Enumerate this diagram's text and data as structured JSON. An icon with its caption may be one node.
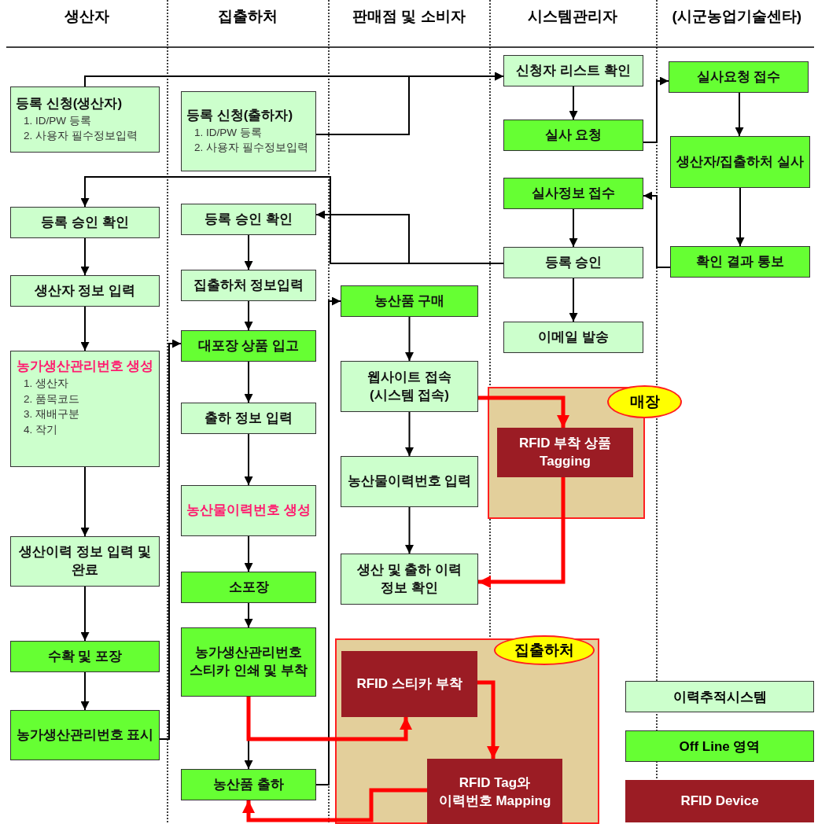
{
  "diagram": {
    "nodes": [
      {
        "text": [
          "등록 신청(생산자)",
          "1. ID/PW 등록",
          "2. 사용자 필수정보입력"
        ]
      },
      {
        "text": [
          "등록 신청(출하자)",
          "1. ID/PW 등록",
          "2. 사용자 필수정보입력"
        ]
      },
      {
        "text": [
          "신청자 리스트 확인"
        ]
      },
      {
        "text": [
          "실사요청 접수"
        ]
      },
      {
        "text": [
          "실사 요청"
        ]
      },
      {
        "text": [
          "생산자/집출하처 실사"
        ]
      },
      {
        "text": [
          "실사정보 접수"
        ]
      },
      {
        "text": [
          "등록 승인 확인"
        ]
      },
      {
        "text": [
          "등록 승인 확인"
        ]
      },
      {
        "text": [
          "등록 승인"
        ]
      },
      {
        "text": [
          "확인 결과 통보"
        ]
      },
      {
        "text": [
          "생산자 정보 입력"
        ]
      },
      {
        "text": [
          "집출하처 정보입력"
        ]
      },
      {
        "text": [
          "농산품 구매"
        ]
      },
      {
        "text": [
          "이메일 발송"
        ]
      },
      {
        "text": [
          "농가생산관리번호 생성",
          "1. 생산자",
          "2. 품목코드",
          "3. 재배구분",
          "4. 작기"
        ]
      },
      {
        "text": [
          "대포장 상품 입고"
        ]
      },
      {
        "text": [
          "웹사이트 접속 (시스템 접속)"
        ]
      },
      {
        "text": [
          "매장"
        ]
      },
      {
        "text": [
          "RFID 부착 상품 Tagging"
        ],
        "in": 18
      },
      {
        "text": [
          "출하 정보 입력"
        ]
      },
      {
        "text": [
          "농산물이력번호 입력"
        ]
      },
      {
        "text": [
          "농산물이력번호 생성"
        ]
      },
      {
        "text": [
          "생산이력 정보 입력 및 완료"
        ]
      },
      {
        "text": [
          "소포장"
        ]
      },
      {
        "text": [
          "생산 및 출하 이력 정보 확인"
        ]
      },
      {
        "text": [
          "수확 및 포장"
        ]
      },
      {
        "text": [
          "농가생산관리번호 스티카 인쇄 및 부착"
        ]
      },
      {
        "text": [
          "집출하처"
        ]
      },
      {
        "text": [
          "RFID 스티카 부착"
        ],
        "in": 28
      },
      {
        "text": [
          "농가생산관리번호 표시"
        ]
      },
      {
        "text": [
          "RFID Tag와 이력번호 Mapping"
        ],
        "in": 28
      },
      {
        "text": [
          "농산품 출하"
        ]
      }
    ],
    "edges": [
      {
        "from": 0,
        "to": 2,
        "arrow": "to"
      },
      {
        "from": 1,
        "to": 2,
        "arrow": "to"
      },
      {
        "from": 2,
        "to": 4,
        "arrow": "to"
      },
      {
        "from": 4,
        "to": 3,
        "arrow": "to"
      },
      {
        "from": 3,
        "to": 5,
        "arrow": "to"
      },
      {
        "from": 5,
        "to": 10,
        "arrow": "to"
      },
      {
        "from": 10,
        "to": 6,
        "arrow": "to"
      },
      {
        "from": 6,
        "to": 9,
        "arrow": "to"
      },
      {
        "from": 9,
        "to": 7,
        "arrow": "to"
      },
      {
        "from": 9,
        "to": 8,
        "arrow": "to"
      },
      {
        "from": 9,
        "to": 14,
        "arrow": "to"
      },
      {
        "from": 7,
        "to": 11,
        "arrow": "to"
      },
      {
        "from": 11,
        "to": 15,
        "arrow": "to"
      },
      {
        "from": 15,
        "to": 23,
        "arrow": "to"
      },
      {
        "from": 23,
        "to": 26,
        "arrow": "to"
      },
      {
        "from": 26,
        "to": 30,
        "arrow": "to"
      },
      {
        "from": 30,
        "to": 16,
        "arrow": "to"
      },
      {
        "from": 8,
        "to": 12,
        "arrow": "to"
      },
      {
        "from": 12,
        "to": 16,
        "arrow": "to"
      },
      {
        "from": 16,
        "to": 20,
        "arrow": "to"
      },
      {
        "from": 20,
        "to": 22,
        "arrow": "to"
      },
      {
        "from": 22,
        "to": 24,
        "arrow": "to"
      },
      {
        "from": 24,
        "to": 27,
        "arrow": "to"
      },
      {
        "from": 27,
        "to": 32,
        "arrow": "to"
      },
      {
        "from": 32,
        "to": 13,
        "arrow": "to"
      },
      {
        "from": 13,
        "to": 17,
        "arrow": "to"
      },
      {
        "from": 17,
        "to": 21,
        "arrow": "to"
      },
      {
        "from": 21,
        "to": 25,
        "arrow": "to"
      },
      {
        "from": 17,
        "to": 19,
        "arrow": "to",
        "style": "thick",
        "color": "#ff0000"
      },
      {
        "from": 19,
        "to": 25,
        "arrow": "to",
        "style": "thick",
        "color": "#ff0000"
      },
      {
        "from": 27,
        "to": 29,
        "arrow": "to",
        "style": "thick",
        "color": "#ff0000"
      },
      {
        "from": 29,
        "to": 31,
        "arrow": "to",
        "style": "thick",
        "color": "#ff0000"
      },
      {
        "from": 31,
        "to": 32,
        "arrow": "to",
        "style": "thick",
        "color": "#ff0000"
      }
    ],
    "labels": [
      "생산자",
      "집출하처",
      "판매점 및 소비자",
      "시스템관리자",
      "(시군농업기술센타)"
    ],
    "legend": [
      {
        "text": "이력추적시스템",
        "color": "#ccffcc"
      },
      {
        "text": "Off Line 영역",
        "color": "#66ff33"
      },
      {
        "text": "RFID Device",
        "color": "#9b1c24"
      }
    ]
  }
}
